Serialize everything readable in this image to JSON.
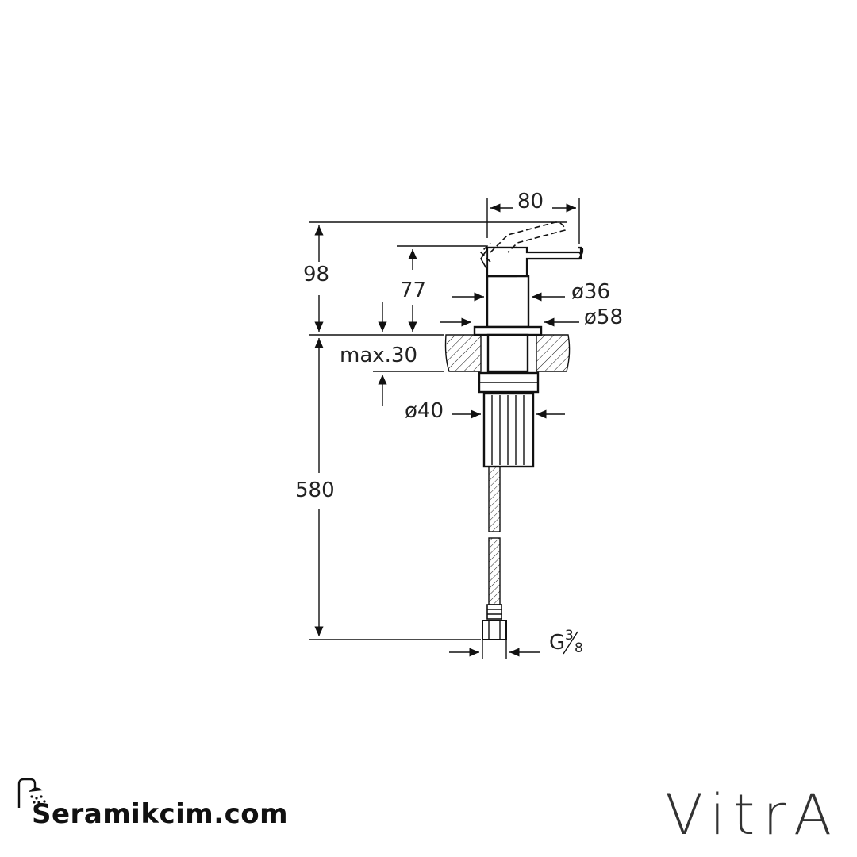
{
  "dimensions": {
    "total_height_above": "98",
    "body_height": "77",
    "lever_length": "80",
    "body_diameter": "ø36",
    "base_diameter": "ø58",
    "max_thickness": "max.30",
    "shank_diameter": "ø40",
    "hose_length": "580",
    "connection_main": "G",
    "connection_num": "3",
    "connection_den": "8"
  },
  "branding": {
    "site_name": "Seramikcim.com",
    "logo_text": "VitrA"
  }
}
